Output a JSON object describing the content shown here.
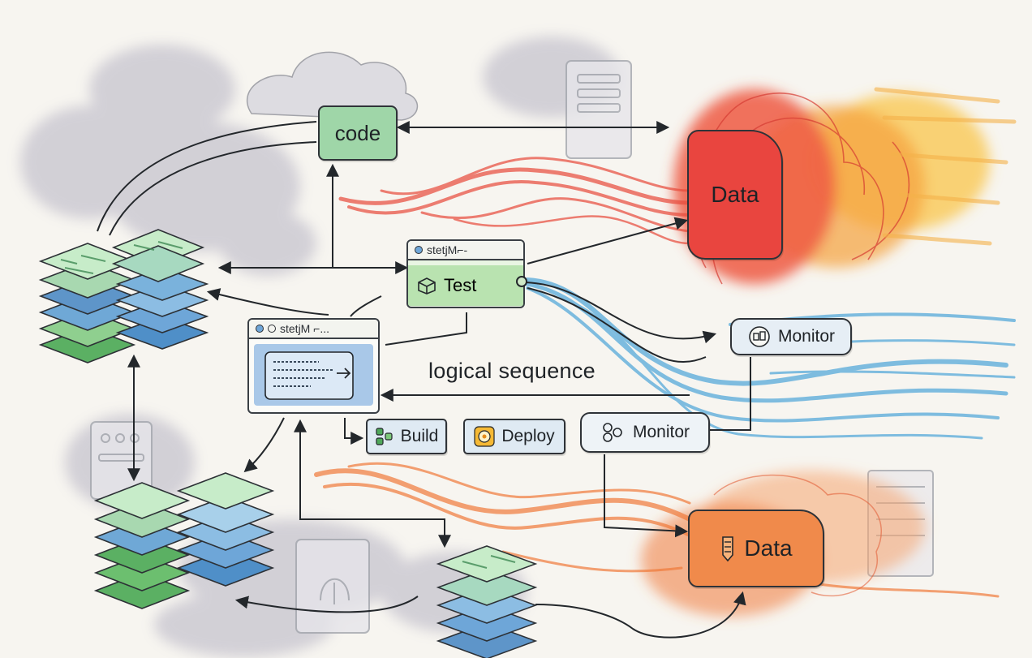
{
  "nodes": {
    "code": {
      "label": "code"
    },
    "test": {
      "title": "stetjM⌐-",
      "label": "Test"
    },
    "console": {
      "title": "stetjM ⌐..."
    },
    "build": {
      "label": "Build"
    },
    "deploy": {
      "label": "Deploy"
    },
    "monitor_top": {
      "label": "Monitor"
    },
    "monitor_bottom": {
      "label": "Monitor"
    },
    "data_top": {
      "label": "Data"
    },
    "data_bottom": {
      "label": "Data"
    }
  },
  "annotations": {
    "sequence": "logical sequence"
  },
  "colors": {
    "code_fill": "#9fd6a8",
    "test_fill": "#b9e3b0",
    "data_top_fill": "#e9453f",
    "data_bottom_fill": "#f08a4b",
    "monitor_fill": "#e6eef5",
    "build_fill": "#dfeaf3",
    "deploy_fill": "#f6e3a8",
    "ink": "#2f3338",
    "stream_red": "#e8493a",
    "stream_blue": "#3f9fd6",
    "stream_orange": "#f07a3a",
    "cloud_gray": "#8e8ca6"
  }
}
